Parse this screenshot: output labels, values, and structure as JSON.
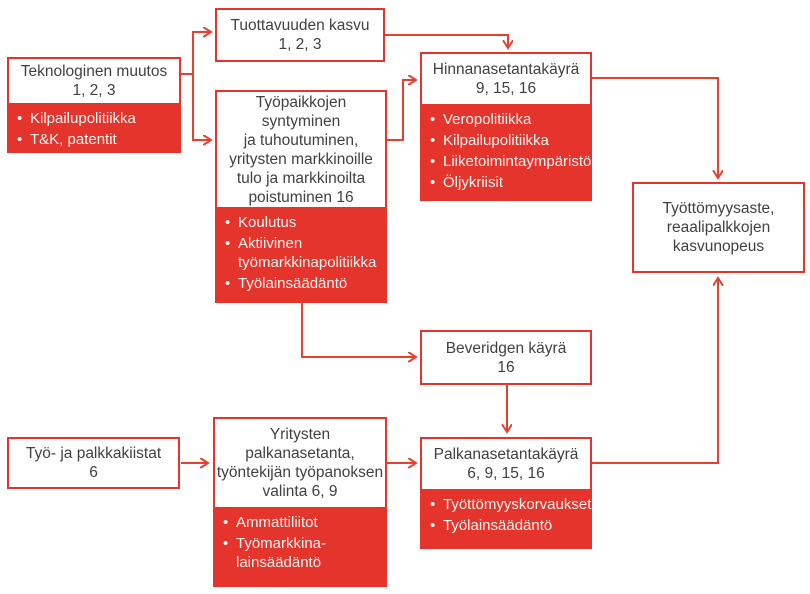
{
  "figure": {
    "type": "flowchart",
    "language": "fi",
    "topic": "Labour market / unemployment determinants flow diagram"
  },
  "colors": {
    "red_fill": "#e5342b",
    "connector_red": "#e6402f",
    "title_text": "#414042",
    "bullet_text": "#fdf4f2",
    "background": "#ffffff"
  },
  "boxes": {
    "teknologinen_muutos": {
      "lines": [
        "Teknologinen muutos",
        "1, 2, 3"
      ],
      "bullets": [
        "Kilpailupolitiikka",
        "T&K, patentit"
      ]
    },
    "tuottavuuden_kasvu": {
      "lines": [
        "Tuottavuuden kasvu",
        "1, 2, 3"
      ]
    },
    "tyopaikkojen": {
      "lines": [
        "Työpaikkojen",
        "syntyminen",
        "ja tuhoutuminen,",
        "yritysten markkinoille",
        "tulo ja markkinoilta",
        "poistuminen 16"
      ],
      "bullets": [
        "Koulutus",
        "Aktiivinen työmarkkinapolitiikka",
        "Työlainsäädäntö"
      ]
    },
    "hinnanasetantakayra": {
      "lines": [
        "Hinnanasetantakäyrä",
        "9, 15, 16"
      ],
      "bullets": [
        "Veropolitiikka",
        "Kilpailupolitiikka",
        "Liiketoimintaympäristö",
        "Öljykriisit"
      ]
    },
    "tyottomyysaste": {
      "lines": [
        "Työttömyysaste,",
        "reaalipalkkojen",
        "kasvunopeus"
      ]
    },
    "beveridgen_kayra": {
      "lines": [
        "Beveridgen käyrä",
        "16"
      ]
    },
    "tyo_ja_palkkakiistat": {
      "lines": [
        "Työ- ja palkkakiistat",
        "6"
      ]
    },
    "yritysten_palkanasetanta": {
      "lines": [
        "Yritysten",
        "palkanasetanta,",
        "työntekijän työpanoksen",
        "valinta 6, 9"
      ],
      "bullets": [
        "Ammattiliitot",
        "Työmarkkina-lainsäädäntö"
      ]
    },
    "palkanasetantakayra": {
      "lines": [
        "Palkanasetantakäyrä",
        "6, 9, 15, 16"
      ],
      "bullets": [
        "Työttömyyskorvaukset",
        "Työlainsäädäntö"
      ]
    }
  }
}
